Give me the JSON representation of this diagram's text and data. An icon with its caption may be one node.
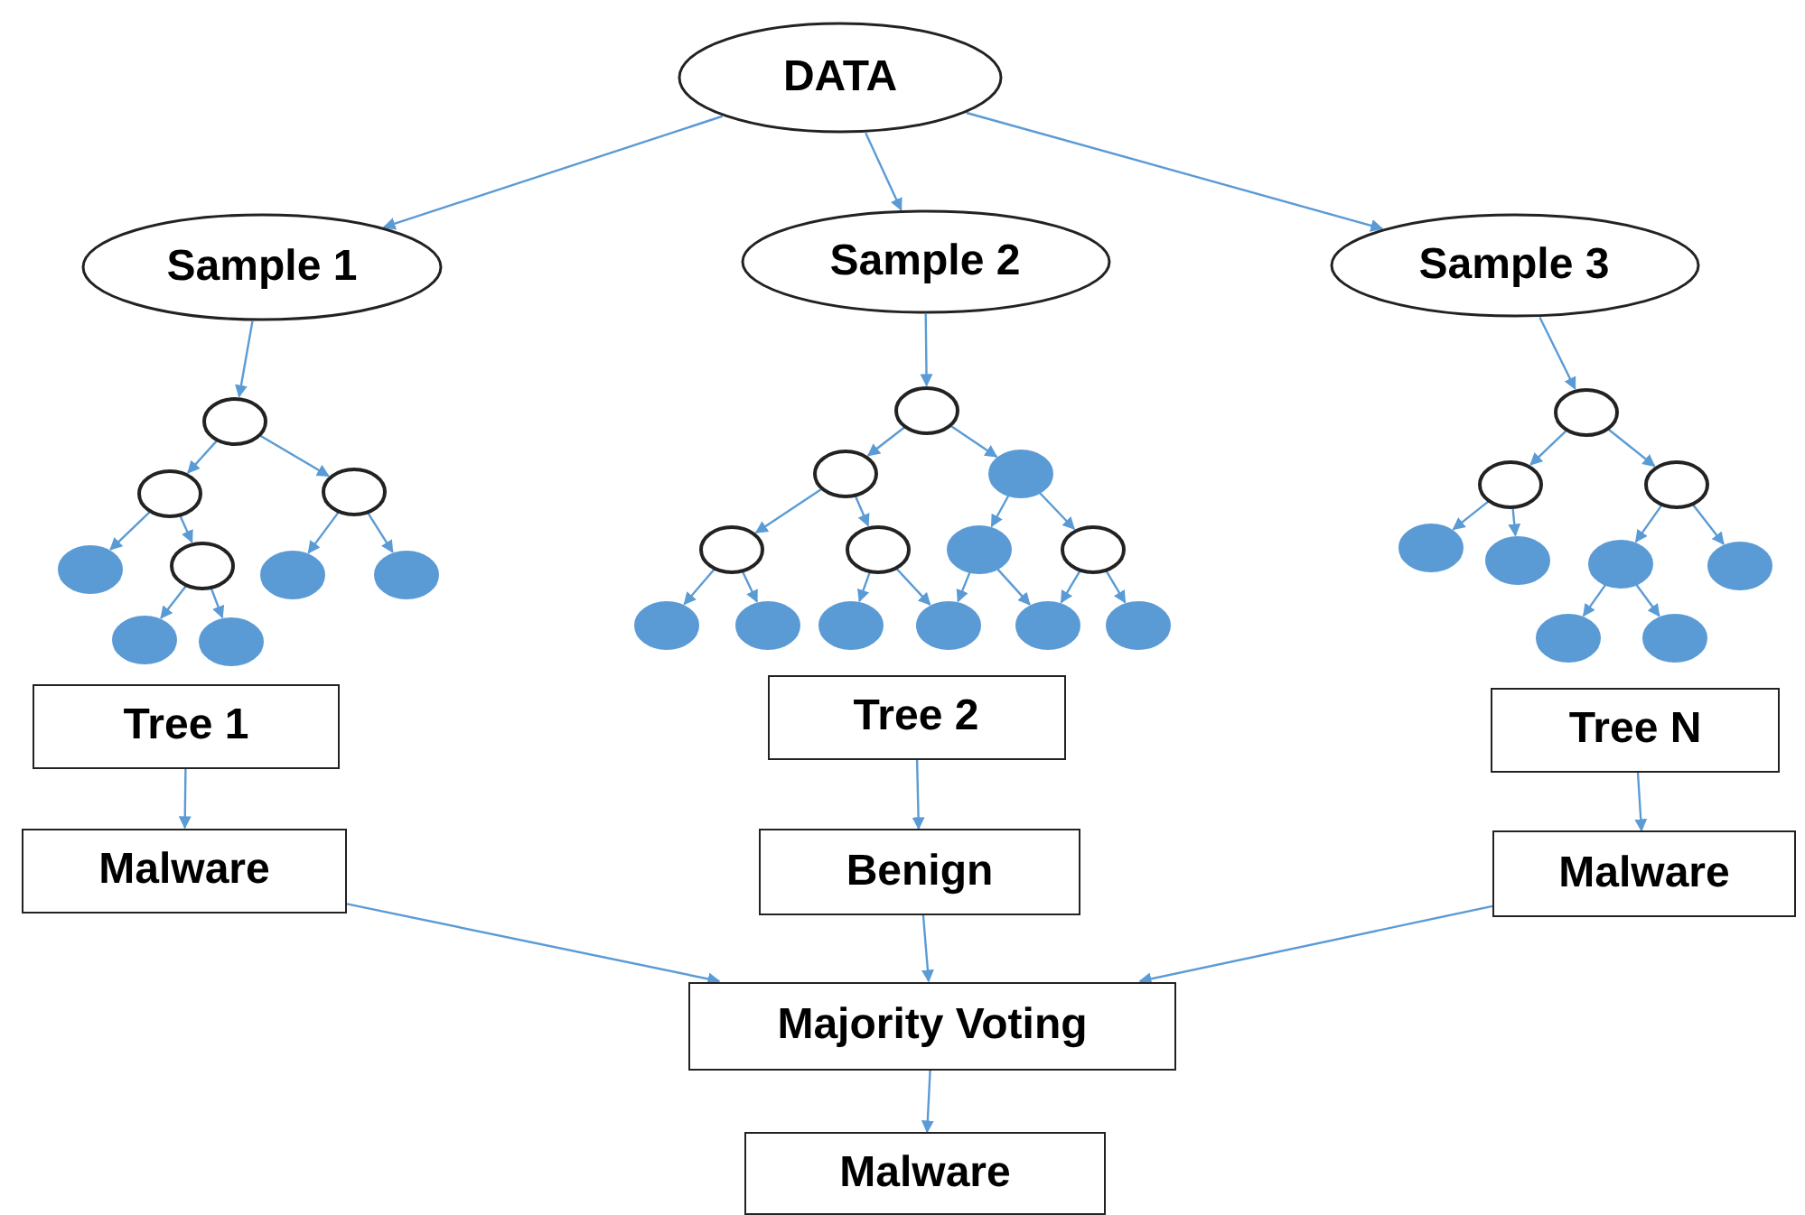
{
  "diagram": {
    "nodes": [
      {
        "text": [
          "DATA"
        ]
      },
      {
        "text": [
          "Sample 1"
        ]
      },
      {
        "text": [
          "Sample 2"
        ]
      },
      {
        "text": [
          "Sample 3"
        ]
      },
      {
        "text": [],
        "shape": "circle"
      },
      {
        "text": [],
        "shape": "circle"
      },
      {
        "text": [],
        "shape": "circle"
      },
      {
        "text": [],
        "shape": "dot"
      },
      {
        "text": [],
        "shape": "circle"
      },
      {
        "text": [],
        "shape": "dot"
      },
      {
        "text": [],
        "shape": "dot"
      },
      {
        "text": [],
        "shape": "dot"
      },
      {
        "text": [],
        "shape": "dot"
      },
      {
        "text": [],
        "shape": "circle"
      },
      {
        "text": [],
        "shape": "circle"
      },
      {
        "text": [],
        "shape": "dot"
      },
      {
        "text": [],
        "shape": "circle"
      },
      {
        "text": [],
        "shape": "circle"
      },
      {
        "text": [],
        "shape": "dot"
      },
      {
        "text": [],
        "shape": "circle"
      },
      {
        "text": [],
        "shape": "dot"
      },
      {
        "text": [],
        "shape": "dot"
      },
      {
        "text": [],
        "shape": "dot"
      },
      {
        "text": [],
        "shape": "dot"
      },
      {
        "text": [],
        "shape": "dot"
      },
      {
        "text": [],
        "shape": "dot"
      },
      {
        "text": [],
        "shape": "circle"
      },
      {
        "text": [],
        "shape": "circle"
      },
      {
        "text": [],
        "shape": "circle"
      },
      {
        "text": [],
        "shape": "dot"
      },
      {
        "text": [],
        "shape": "dot"
      },
      {
        "text": [],
        "shape": "dot"
      },
      {
        "text": [],
        "shape": "dot"
      },
      {
        "text": [],
        "shape": "dot"
      },
      {
        "text": [],
        "shape": "dot"
      },
      {
        "text": [
          "Tree 1"
        ]
      },
      {
        "text": [
          "Tree 2"
        ]
      },
      {
        "text": [
          "Tree N"
        ]
      },
      {
        "text": [
          "Malware"
        ]
      },
      {
        "text": [
          "Benign"
        ]
      },
      {
        "text": [
          "Malware"
        ]
      },
      {
        "text": [
          "Majority Voting"
        ]
      },
      {
        "text": [
          "Malware"
        ]
      }
    ],
    "edges": [
      {
        "from": 0,
        "to": 1,
        "arrow": "to"
      },
      {
        "from": 0,
        "to": 2,
        "arrow": "to"
      },
      {
        "from": 0,
        "to": 3,
        "arrow": "to"
      },
      {
        "from": 1,
        "to": 4,
        "arrow": "to"
      },
      {
        "from": 2,
        "to": 13,
        "arrow": "to"
      },
      {
        "from": 3,
        "to": 26,
        "arrow": "to"
      },
      {
        "from": 4,
        "to": 5,
        "arrow": "to"
      },
      {
        "from": 4,
        "to": 6,
        "arrow": "to"
      },
      {
        "from": 5,
        "to": 7,
        "arrow": "to"
      },
      {
        "from": 5,
        "to": 8,
        "arrow": "to"
      },
      {
        "from": 6,
        "to": 9,
        "arrow": "to"
      },
      {
        "from": 6,
        "to": 10,
        "arrow": "to"
      },
      {
        "from": 8,
        "to": 11,
        "arrow": "to"
      },
      {
        "from": 8,
        "to": 12,
        "arrow": "to"
      },
      {
        "from": 13,
        "to": 14,
        "arrow": "to"
      },
      {
        "from": 13,
        "to": 15,
        "arrow": "to"
      },
      {
        "from": 14,
        "to": 16,
        "arrow": "to"
      },
      {
        "from": 14,
        "to": 17,
        "arrow": "to"
      },
      {
        "from": 15,
        "to": 18,
        "arrow": "to"
      },
      {
        "from": 15,
        "to": 19,
        "arrow": "to"
      },
      {
        "from": 16,
        "to": 20,
        "arrow": "to"
      },
      {
        "from": 16,
        "to": 21,
        "arrow": "to"
      },
      {
        "from": 17,
        "to": 22,
        "arrow": "to"
      },
      {
        "from": 17,
        "to": 23,
        "arrow": "to"
      },
      {
        "from": 18,
        "to": 23,
        "arrow": "to"
      },
      {
        "from": 18,
        "to": 24,
        "arrow": "to"
      },
      {
        "from": 19,
        "to": 24,
        "arrow": "to"
      },
      {
        "from": 19,
        "to": 25,
        "arrow": "to"
      },
      {
        "from": 26,
        "to": 27,
        "arrow": "to"
      },
      {
        "from": 26,
        "to": 28,
        "arrow": "to"
      },
      {
        "from": 27,
        "to": 29,
        "arrow": "to"
      },
      {
        "from": 27,
        "to": 30,
        "arrow": "to"
      },
      {
        "from": 28,
        "to": 31,
        "arrow": "to"
      },
      {
        "from": 28,
        "to": 32,
        "arrow": "to"
      },
      {
        "from": 31,
        "to": 33,
        "arrow": "to"
      },
      {
        "from": 31,
        "to": 34,
        "arrow": "to"
      },
      {
        "from": 35,
        "to": 38,
        "arrow": "to"
      },
      {
        "from": 36,
        "to": 39,
        "arrow": "to"
      },
      {
        "from": 37,
        "to": 40,
        "arrow": "to"
      },
      {
        "from": 38,
        "to": 41,
        "arrow": "to"
      },
      {
        "from": 39,
        "to": 41,
        "arrow": "to"
      },
      {
        "from": 40,
        "to": 41,
        "arrow": "to"
      },
      {
        "from": 41,
        "to": 42,
        "arrow": "to"
      }
    ]
  }
}
